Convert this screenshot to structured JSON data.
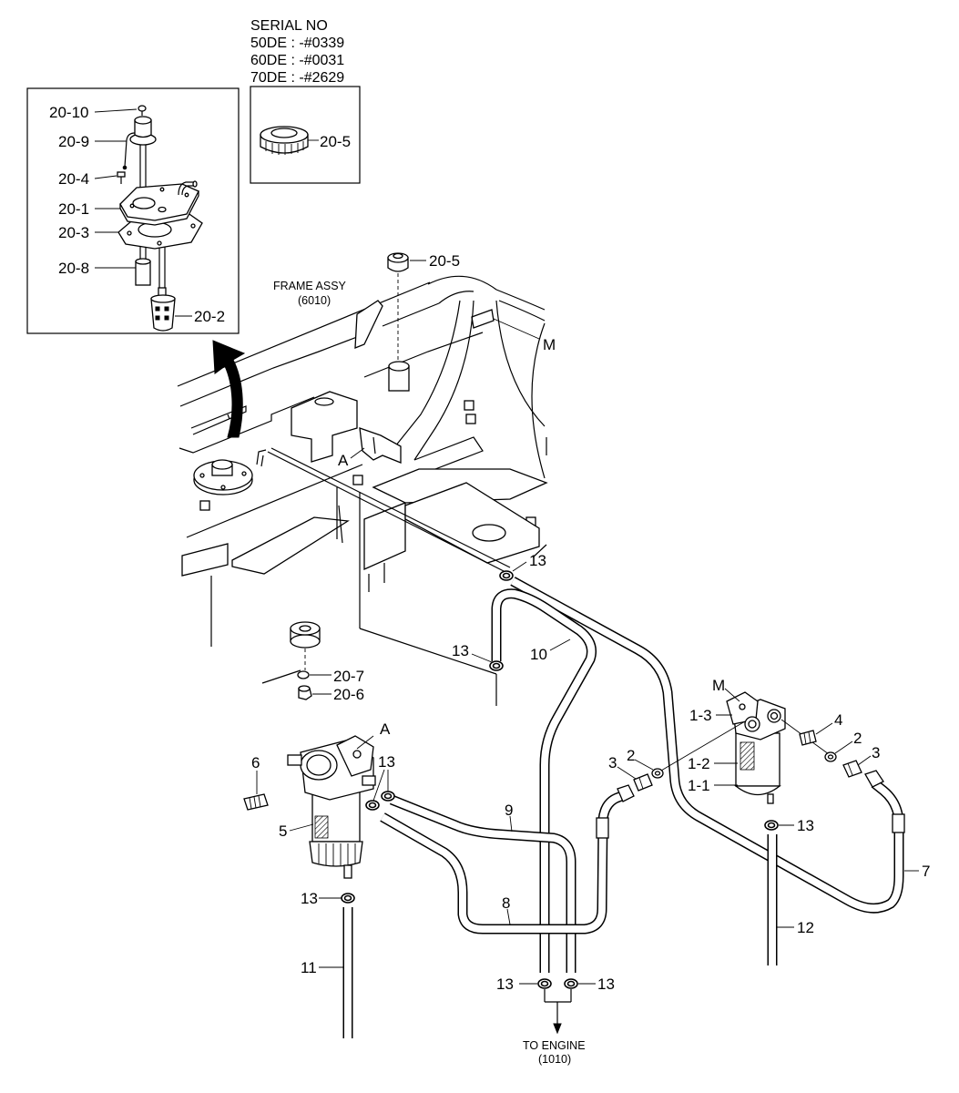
{
  "serial_note": {
    "heading": "SERIAL NO",
    "line_1": "50DE : -#0339",
    "line_2": "60DE : -#0031",
    "line_3": "70DE : -#2629"
  },
  "serial_detail": {
    "cap_callout": "20-5"
  },
  "sender_detail": {
    "screw": "20-10",
    "sender_unit": "20-9",
    "bolt": "20-4",
    "plate": "20-1",
    "gasket": "20-3",
    "tube": "20-8",
    "strainer": "20-2"
  },
  "frame": {
    "title": "FRAME ASSY",
    "ref": "(6010)",
    "filler_cap": "20-5",
    "mount_mark": "M",
    "bracket_mark": "A",
    "clamp_upper": "13",
    "clamp_return": "13",
    "hose_return": "10",
    "grommet": "20-7",
    "plug": "20-6"
  },
  "main_filter": {
    "mount_mark": "M",
    "head": "1-3",
    "element": "1-2",
    "housing": "1-1",
    "bolt": "4",
    "washer_right": "2",
    "connector_right": "3",
    "washer_left": "2",
    "connector_left": "3",
    "clamp_bottom": "13",
    "drain_hose": "12",
    "hose_supply": "7"
  },
  "pre_filter": {
    "bracket_mark": "A",
    "bolt": "6",
    "clamp_outlet": "13",
    "assembly": "5",
    "clamp_drain": "13",
    "drain_hose": "11",
    "hose_feed": "9",
    "hose_to_main": "8"
  },
  "engine_outlet": {
    "clamp_left": "13",
    "clamp_right": "13",
    "title": "TO ENGINE",
    "ref": "(1010)"
  }
}
